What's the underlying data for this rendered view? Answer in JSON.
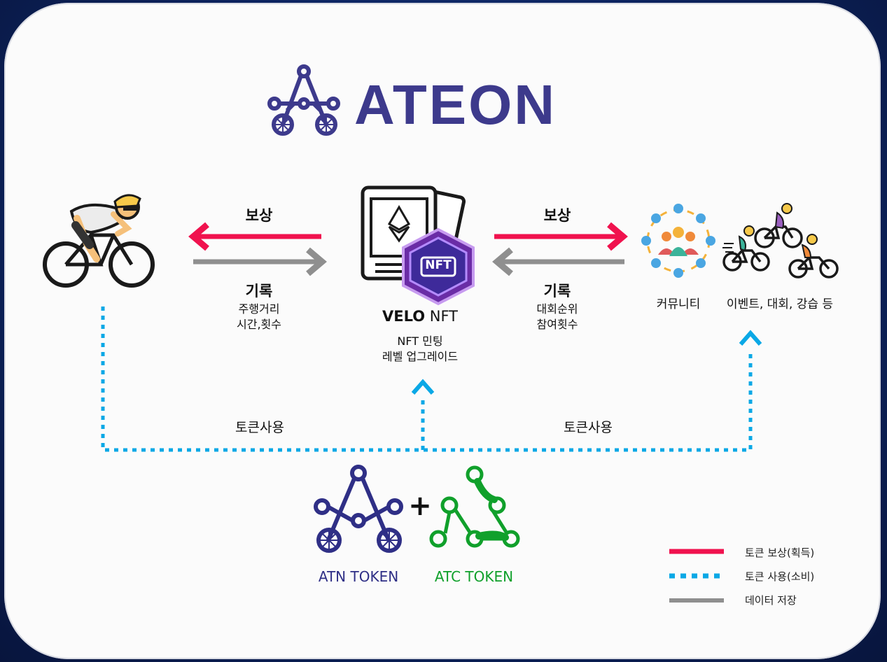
{
  "brand": {
    "name": "ATEON",
    "color": "#3d3a8c"
  },
  "flow_left": {
    "reward_label": "보상",
    "record_label": "기록",
    "record_items": [
      "주행거리",
      "시간,횟수"
    ]
  },
  "center": {
    "nft_title_bold": "VELO",
    "nft_title": "NFT",
    "badge_text": "NFT",
    "lines": [
      "NFT 민팅",
      "레벨 업그레이드"
    ]
  },
  "flow_right": {
    "reward_label": "보상",
    "record_label": "기록",
    "record_items": [
      "대회순위",
      "참여횟수"
    ]
  },
  "community": {
    "label": "커뮤니티",
    "events_label": "이벤트, 대회, 강습 등"
  },
  "token_use": {
    "left_label": "토큰사용",
    "right_label": "토큰사용"
  },
  "tokens": {
    "plus": "+",
    "atn": {
      "label": "ATN TOKEN",
      "color": "#2f2f86"
    },
    "atc": {
      "label": "ATC TOKEN",
      "color": "#10a02b"
    }
  },
  "legend": [
    {
      "label": "토큰 보상(획득)",
      "color": "#f0124e",
      "style": "solid"
    },
    {
      "label": "토큰 사용(소비)",
      "color": "#0aa8e6",
      "style": "dotted"
    },
    {
      "label": "데이터 저장",
      "color": "#8f8f8f",
      "style": "solid"
    }
  ],
  "colors": {
    "reward": "#f0124e",
    "use": "#0aa8e6",
    "data": "#8f8f8f",
    "background": "#0d2460"
  },
  "icons": [
    "ateon-logo-icon",
    "cyclist-icon",
    "nft-card-icon",
    "community-icon",
    "cyclists-group-icon",
    "atn-token-icon",
    "atc-token-icon"
  ]
}
